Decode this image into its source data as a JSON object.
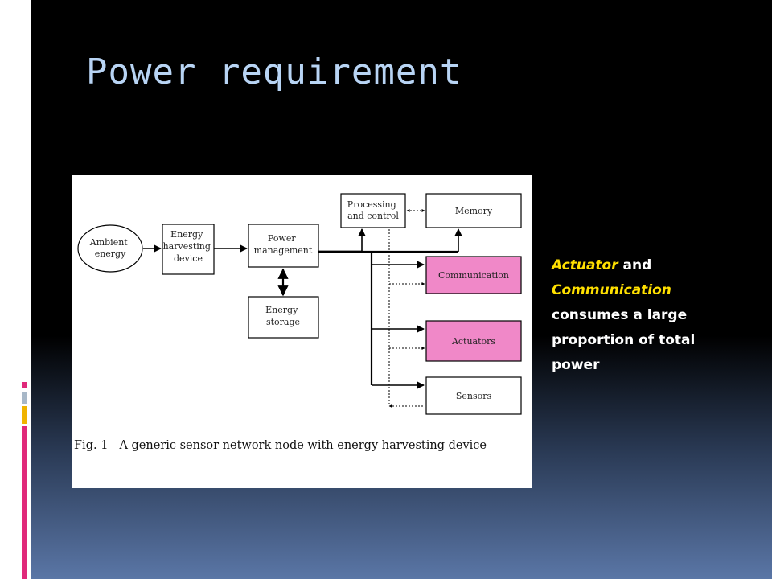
{
  "slide": {
    "title": "Power requirement"
  },
  "figure": {
    "boxes": {
      "ambient": [
        "Ambient",
        "energy"
      ],
      "harvesting": [
        "Energy",
        "harvesting",
        "device"
      ],
      "power_management": [
        "Power",
        "management"
      ],
      "energy_storage": [
        "Energy",
        "storage"
      ],
      "processing": [
        "Processing",
        "and control"
      ],
      "memory": [
        "Memory"
      ],
      "communication": [
        "Communication"
      ],
      "actuators": [
        "Actuators"
      ],
      "sensors": [
        "Sensors"
      ]
    },
    "caption_id": "Fig. 1",
    "caption_text": "A generic sensor network node with energy harvesting device",
    "highlight_color": "#f088c8"
  },
  "note": {
    "highlight1": "Actuator",
    "text1": " and ",
    "highlight2": "Communication",
    "text2": " consumes a large proportion of total power"
  }
}
